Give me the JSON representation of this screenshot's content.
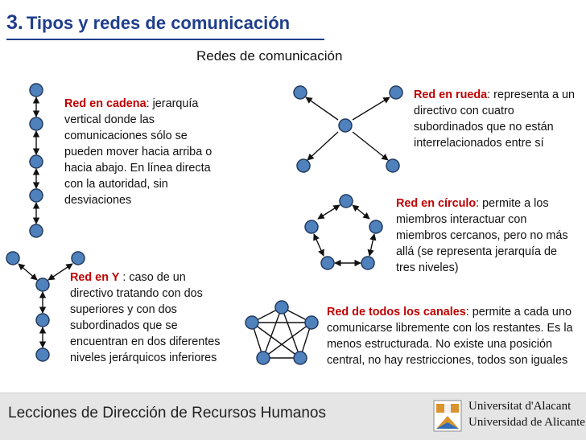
{
  "header": {
    "number": "3.",
    "title": "Tipos y redes de comunicación",
    "subtitle": "Redes de comunicación"
  },
  "sections": {
    "cadena": {
      "highlight": "Red en cadena",
      "text": ": jerarquía vertical donde las comunicaciones sólo se pueden mover hacia arriba o hacia abajo. En línea directa con la autoridad, sin desviaciones"
    },
    "y": {
      "highlight": "Red en Y",
      "text": " : caso de un directivo tratando con dos superiores y con dos subordinados que se encuentran en dos diferentes niveles jerárquicos inferiores"
    },
    "rueda": {
      "highlight": "Red en rueda",
      "text": ": representa a un directivo con cuatro subordinados que no están interrelacionados entre sí"
    },
    "circulo": {
      "highlight": "Red en círculo",
      "text": ": permite a los miembros interactuar con miembros cercanos, pero no más allá (se representa jerarquía de tres niveles)"
    },
    "todos": {
      "highlight": "Red de todos los canales",
      "text": ": permite a cada uno comunicarse libremente con los restantes. Es la menos estructurada. No existe una posición central, no hay restricciones, todos son iguales"
    }
  },
  "footer": {
    "course": "Lecciones de Dirección de Recursos Humanos",
    "university_line1": "Universitat d'Alacant",
    "university_line2": "Universidad de Alicante"
  },
  "colors": {
    "title": "#1f3e8c",
    "highlight": "#c00000",
    "node": "#4f81bd",
    "footer_bg": "#e5e5e5"
  }
}
